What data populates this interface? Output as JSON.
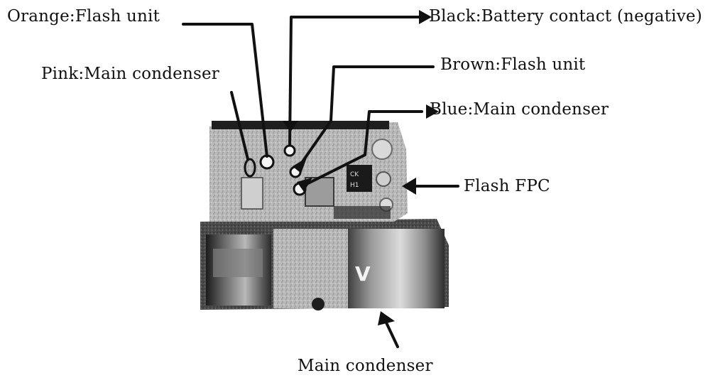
{
  "labels": {
    "orange": "Orange:Flash unit",
    "black": "Black:Battery contact (negative)",
    "brown": "Brown:Flash unit",
    "pink": "Pink:Main condenser",
    "blue": "Blue:Main condenser",
    "flash_fpc": "Flash FPC",
    "main_condenser": "Main condenser"
  },
  "photo_marks": [
    "CK",
    "H1",
    "V"
  ],
  "colors": {
    "ink": "#111111",
    "background": "#ffffff"
  }
}
